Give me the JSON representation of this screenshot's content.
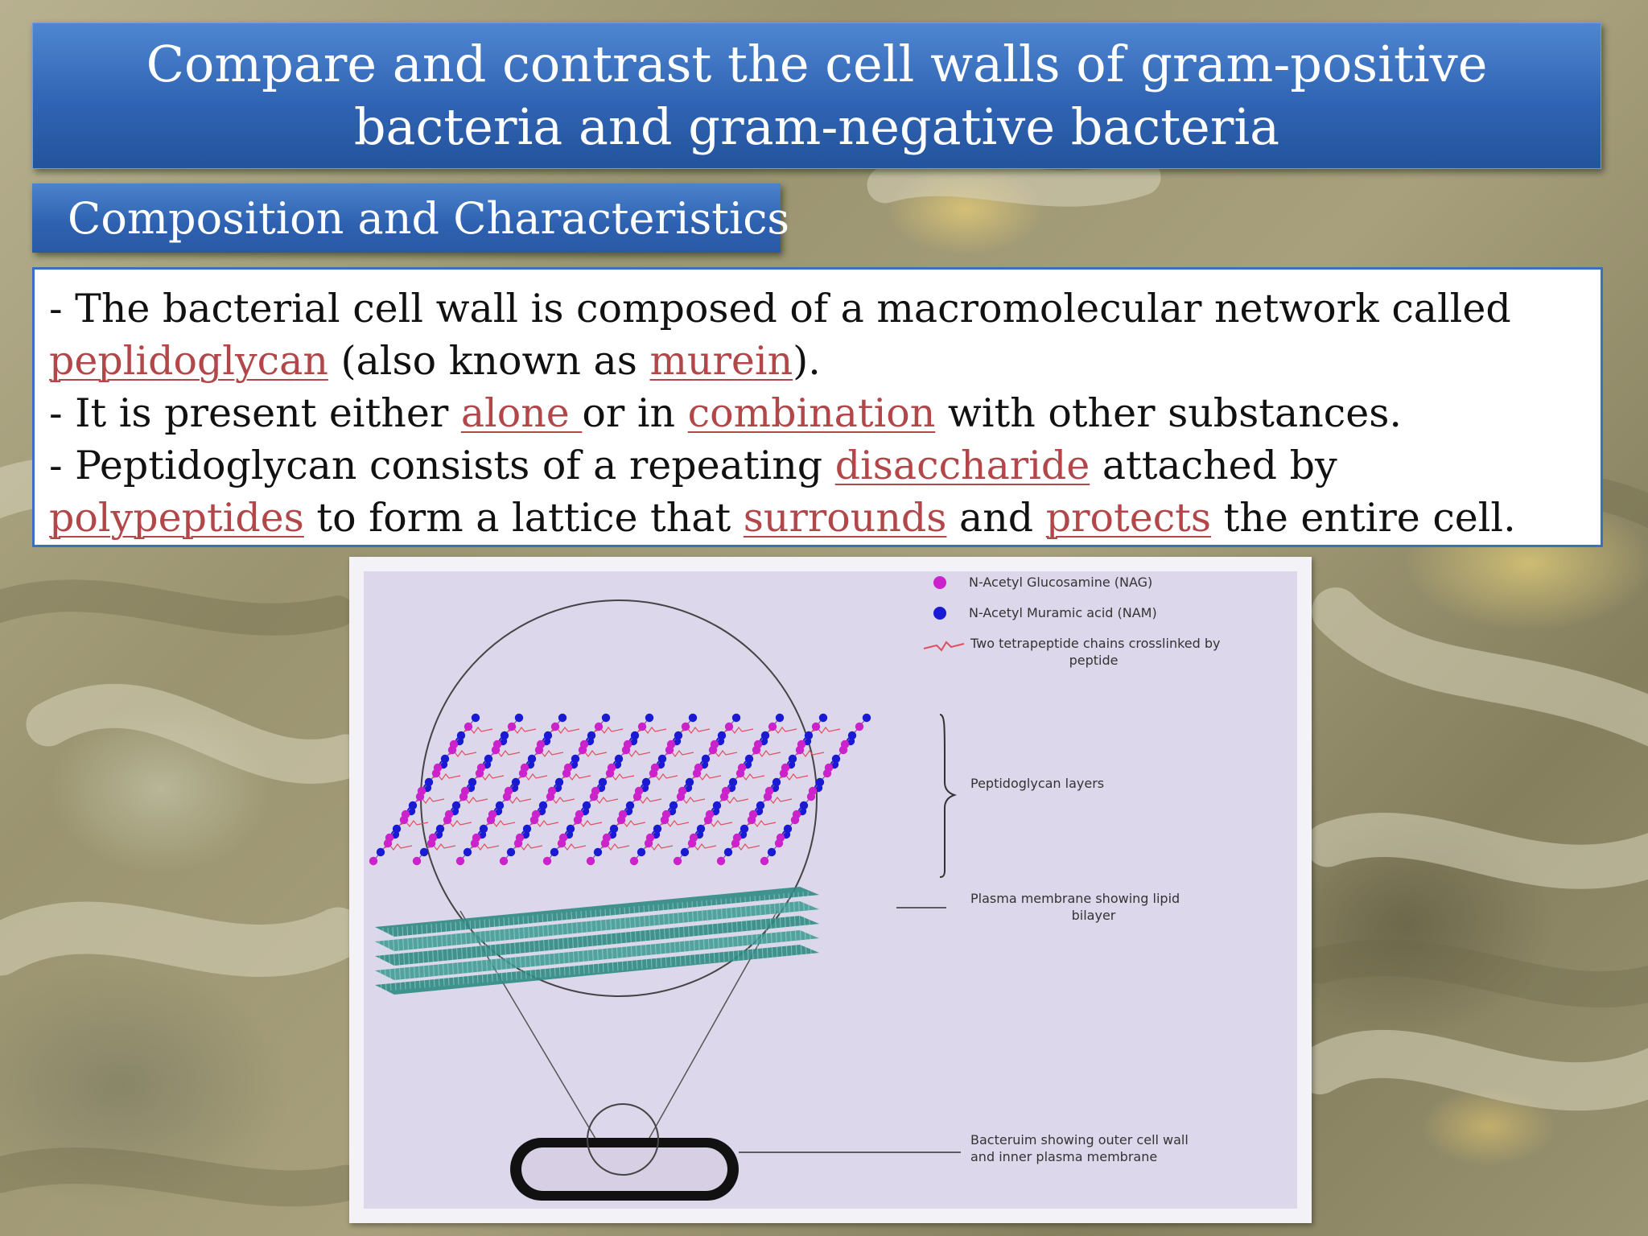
{
  "slide": {
    "title": "Compare and contrast the cell walls of gram-positive bacteria and gram-negative bacteria",
    "subtitle": "Composition and Characteristics"
  },
  "body": {
    "l1_a": "- The bacterial cell wall is composed of a macromolecular network called",
    "l2_kw1": "peplidoglycan",
    "l2_b": " (also known as ",
    "l2_kw2": "murein",
    "l2_c": ").",
    "l3_a": "- It is present either ",
    "l3_kw1": "alone ",
    "l3_b": "or in ",
    "l3_kw2": "combination",
    "l3_c": " with other substances.",
    "l4_a": "- Peptidoglycan consists of a repeating ",
    "l4_kw1": "disaccharide",
    "l4_b": " attached by",
    "l5_kw1": "polypeptides",
    "l5_a": " to form a lattice that ",
    "l5_kw2": "surrounds",
    "l5_b": " and ",
    "l5_kw3": "protects",
    "l5_c": " the entire cell."
  },
  "figure": {
    "legend_nag": "N-Acetyl Glucosamine (NAG)",
    "legend_nam": "N-Acetyl Muramic acid (NAM)",
    "legend_peptide_1": "Two tetrapeptide chains crosslinked by",
    "legend_peptide_2": "peptide",
    "label_peptidoglycan": "Peptidoglycan layers",
    "label_membrane_1": "Plasma membrane showing lipid",
    "label_membrane_2": "bilayer",
    "label_bacterium_1": "Bacteruim showing outer cell wall",
    "label_bacterium_2": "and inner plasma membrane",
    "colors": {
      "nag": "#cc22cc",
      "nam": "#1a1ad4",
      "peptide": "#e05060",
      "membrane": "#2e8b84",
      "panel": "#dcd7ea"
    }
  }
}
